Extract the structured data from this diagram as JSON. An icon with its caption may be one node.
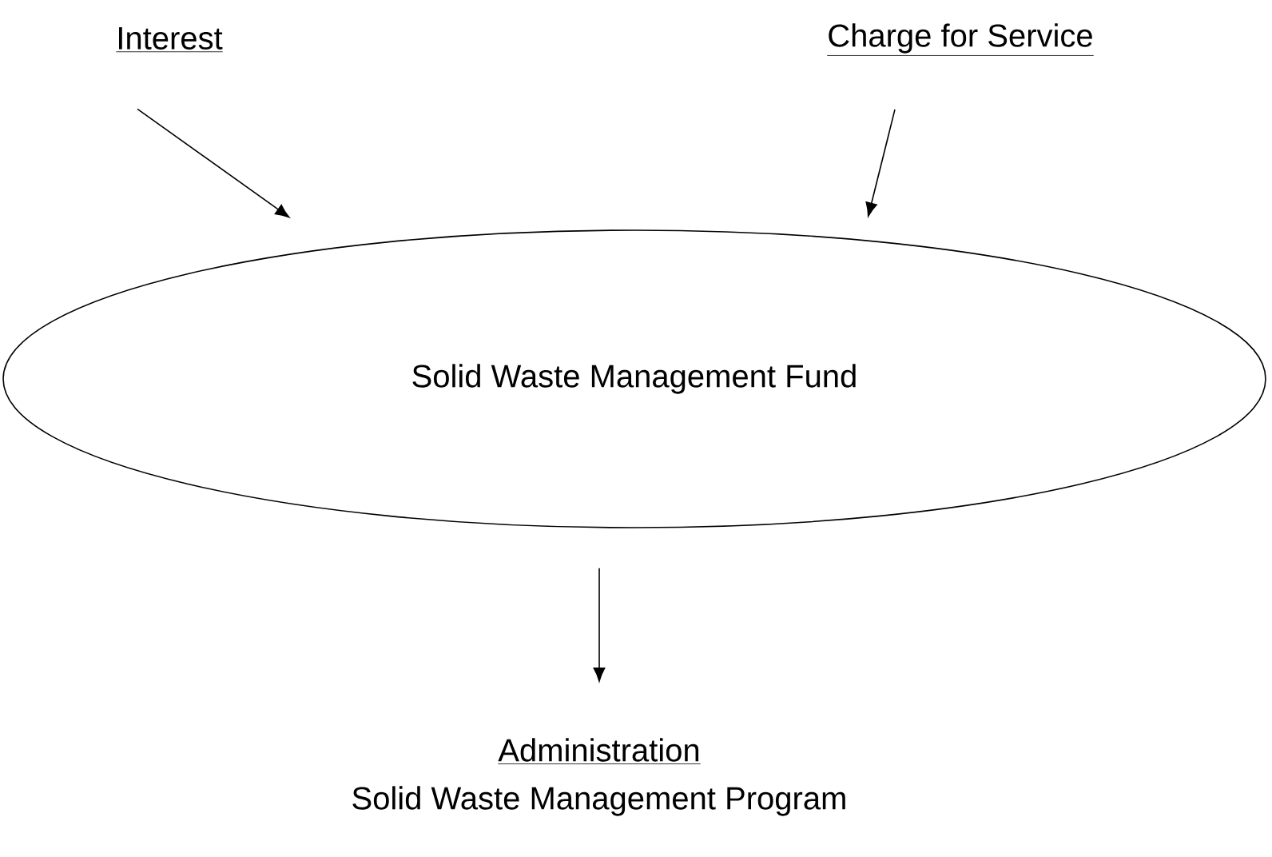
{
  "diagram": {
    "nodes": [
      {
        "text": [
          "Interest"
        ]
      },
      {
        "text": [
          "Charge for Service"
        ]
      },
      {
        "text": [
          "Solid Waste Management Fund"
        ]
      },
      {
        "text": [
          "Administration",
          "Solid Waste Management Program"
        ]
      }
    ],
    "edges": [
      {
        "from": 0,
        "to": 2,
        "arrow": "to"
      },
      {
        "from": 1,
        "to": 2,
        "arrow": "to"
      },
      {
        "from": 2,
        "to": 3,
        "arrow": "to"
      }
    ]
  }
}
